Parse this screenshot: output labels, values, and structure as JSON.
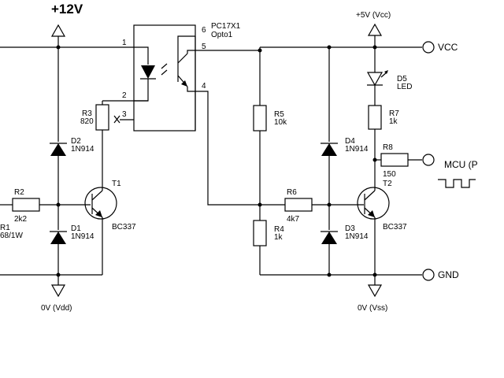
{
  "supply": {
    "left": "+12V",
    "right": "+5V (Vcc)",
    "left_ground": "0V (Vdd)",
    "right_ground": "0V (Vss)"
  },
  "opto": {
    "part": "PC17X1",
    "name": "Opto1",
    "pins": [
      "1",
      "2",
      "3",
      "4",
      "5",
      "6"
    ]
  },
  "components": {
    "r1": {
      "ref": "R1",
      "value": "68/1W"
    },
    "r2": {
      "ref": "R2",
      "value": "2k2"
    },
    "r3": {
      "ref": "R3",
      "value": "820"
    },
    "r4": {
      "ref": "R4",
      "value": "1k"
    },
    "r5": {
      "ref": "R5",
      "value": "10k"
    },
    "r6": {
      "ref": "R6",
      "value": "4k7"
    },
    "r7": {
      "ref": "R7",
      "value": "1k"
    },
    "r8": {
      "ref": "R8",
      "value": "150"
    },
    "d1": {
      "ref": "D1",
      "value": "1N914"
    },
    "d2": {
      "ref": "D2",
      "value": "1N914"
    },
    "d3": {
      "ref": "D3",
      "value": "1N914"
    },
    "d4": {
      "ref": "D4",
      "value": "1N914"
    },
    "d5": {
      "ref": "D5",
      "value": "LED"
    },
    "t1": {
      "ref": "T1",
      "value": "BC337"
    },
    "t2": {
      "ref": "T2",
      "value": "BC337"
    }
  },
  "connectors": {
    "vcc": "VCC",
    "gnd": "GND",
    "mcu": "MCU (P"
  }
}
